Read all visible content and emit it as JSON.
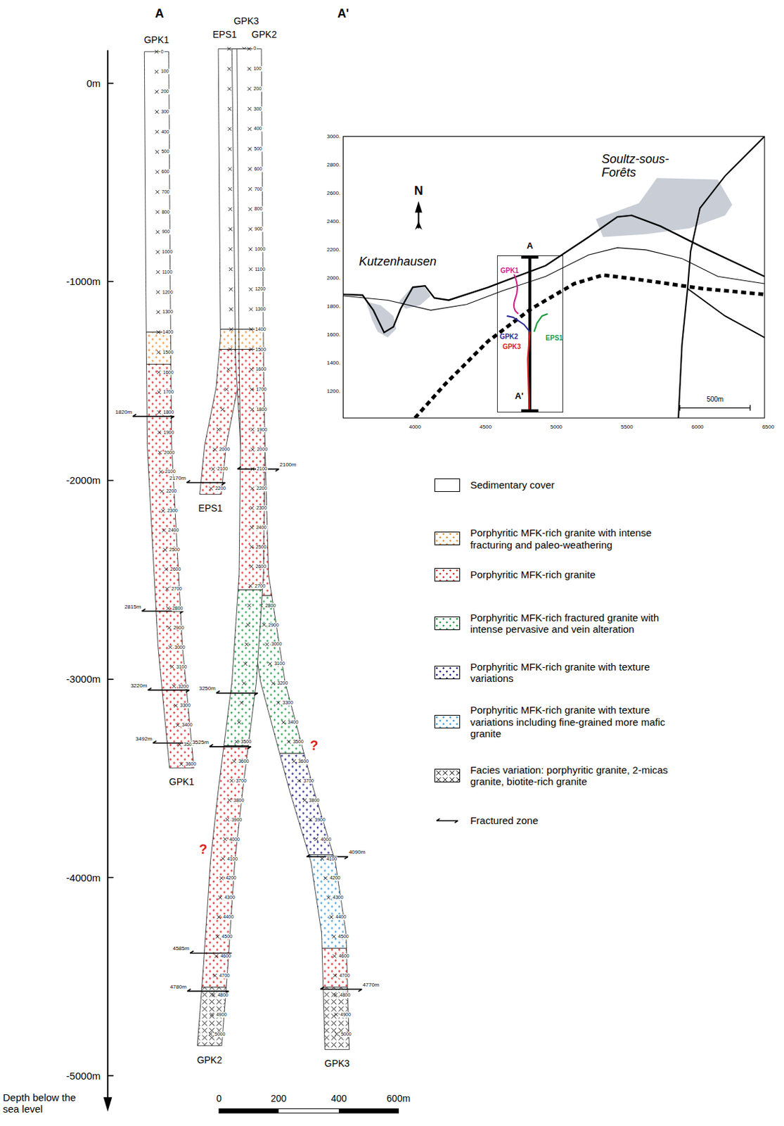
{
  "diagram": {
    "labels": [
      "A",
      "A'",
      "0m",
      "-1000m",
      "-2000m",
      "-3000m",
      "-4000m",
      "-5000m",
      "Depth below the sea level",
      "GPK1",
      "GPK3",
      "EPS1",
      "GPK2",
      "0",
      "100",
      "200",
      "300",
      "400",
      "500",
      "600",
      "700",
      "800",
      "900",
      "1000",
      "1100",
      "1200",
      "1300",
      "1400",
      "1500",
      "1600",
      "1700",
      "1800",
      "1900",
      "2000",
      "2100",
      "2200",
      "2300",
      "2400",
      "2500",
      "2600",
      "2700",
      "2800",
      "2900",
      "3000",
      "3100",
      "3200",
      "3300",
      "3400",
      "3500",
      "3600",
      "1820m",
      "2815m",
      "3220m",
      "3492m",
      "GPK1",
      "2000",
      "2100",
      "2200",
      "2170m",
      "EPS1",
      "0",
      "100",
      "200",
      "300",
      "400",
      "500",
      "600",
      "700",
      "800",
      "900",
      "1000",
      "1100",
      "1200",
      "1300",
      "1400",
      "1500",
      "1600",
      "1700",
      "1800",
      "1900",
      "2000",
      "2100",
      "2200",
      "2300",
      "2400",
      "2500",
      "2600",
      "2700",
      "2100m",
      "3250m",
      "3525m",
      "4585m",
      "4780m",
      "3500",
      "3600",
      "3700",
      "3800",
      "3900",
      "4000",
      "4100",
      "4200",
      "4300",
      "4400",
      "4500",
      "4600",
      "4700",
      "4800",
      "4900",
      "5000",
      "?",
      "GPK2",
      "2800",
      "2900",
      "3000",
      "3100",
      "3200",
      "3300",
      "3400",
      "3500",
      "3600",
      "3700",
      "3800",
      "3900",
      "4000",
      "4100",
      "4200",
      "4300",
      "4400",
      "4500",
      "4600",
      "4700",
      "4800",
      "4900",
      "5000",
      "?",
      "4090m",
      "4770m",
      "GPK3",
      "0",
      "200",
      "400",
      "600m",
      "3000.",
      "2800.",
      "2600.",
      "2400.",
      "2200.",
      "2000.",
      "1800.",
      "1600.",
      "1400.",
      "1200.",
      "4000",
      "4500",
      "5000",
      "5500",
      "6000",
      "6500",
      "N",
      "Kutzenhausen",
      "Soultz-sous-Forêts",
      "A",
      "A'",
      "GPK1",
      "GPK2",
      "GPK3",
      "EPS1",
      "500m"
    ],
    "legend": [
      {
        "text": "Sedimentary cover",
        "color": "#ffffff"
      },
      {
        "text": "Porphyritic MFK-rich granite with intense fracturing and paleo-weathering",
        "color": "#f09030"
      },
      {
        "text": "Porphyritic MFK-rich granite",
        "color": "#e02020"
      },
      {
        "text": "Porphyritic MFK-rich fractured granite with intense pervasive and vein alteration",
        "color": "#1a9a40"
      },
      {
        "text": "Porphyritic MFK-rich granite with texture variations",
        "color": "#1a1a8a"
      },
      {
        "text": "Porphyritic MFK-rich granite with texture variations including fine-grained more mafic granite",
        "color": "#3c9be0"
      },
      {
        "text": "Facies variation: porphyritic granite, 2-micas granite, biotite-rich granite"
      },
      {
        "text": "Fractured zone"
      }
    ]
  }
}
